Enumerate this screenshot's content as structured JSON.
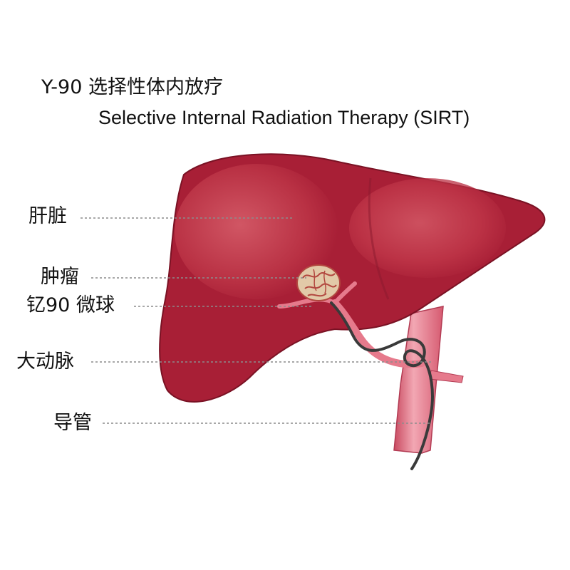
{
  "title": {
    "cn": "Y-90 选择性体内放疗",
    "en": "Selective Internal Radiation Therapy (SIRT)"
  },
  "labels": {
    "liver": "肝脏",
    "tumor": "肿瘤",
    "microspheres": "钇90 微球",
    "artery": "大动脉",
    "catheter": "导管"
  },
  "colors": {
    "liver_base": "#a81f36",
    "liver_highlight": "#d9606c",
    "liver_edge": "#7a1224",
    "artery": "#e67a8c",
    "artery_light": "#f2a7b3",
    "tumor": "#e2c9a8",
    "tumor_vessels": "#b2473f",
    "catheter": "#3a3a3a",
    "leader_line": "#8c8c8c"
  }
}
